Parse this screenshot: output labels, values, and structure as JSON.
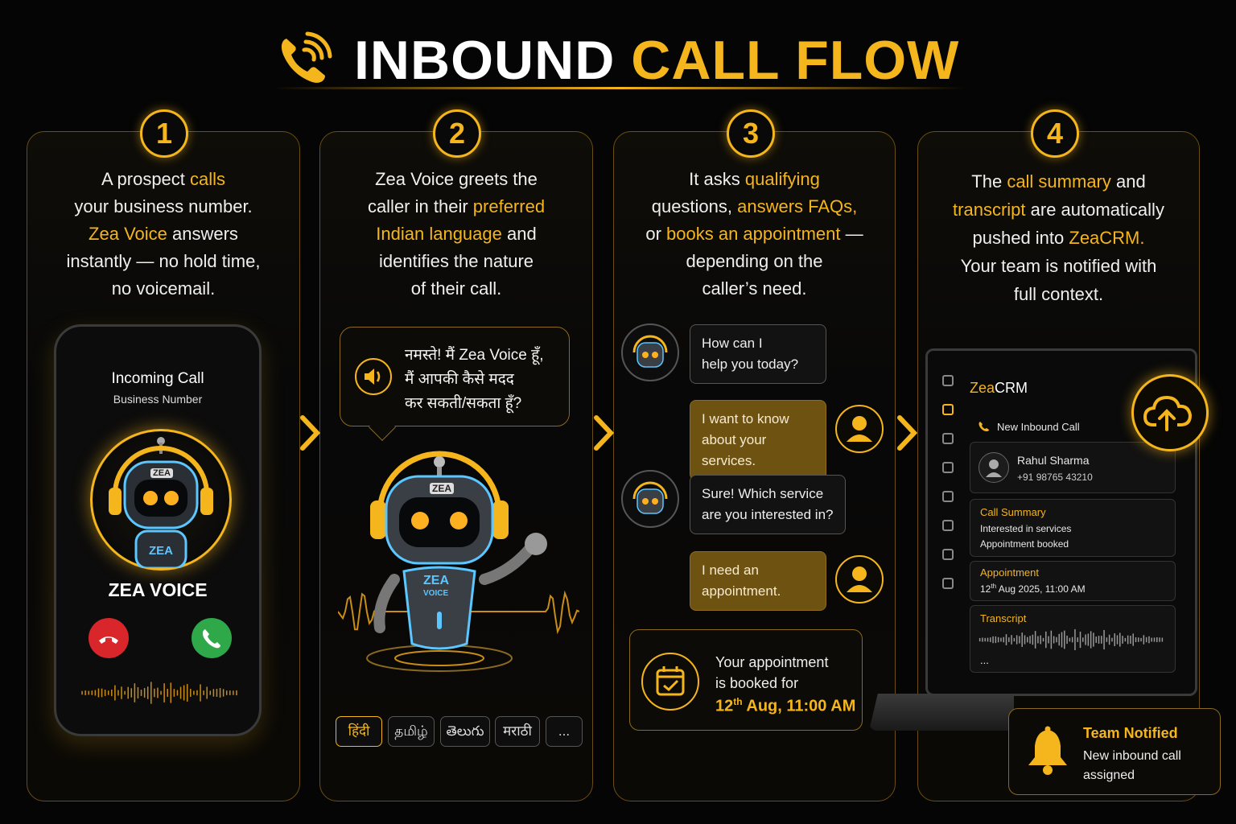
{
  "header": {
    "title_white": "INBOUND",
    "title_gold": "CALL FLOW"
  },
  "steps": [
    {
      "num": "1",
      "lines": [
        [
          {
            "t": "A prospect "
          },
          {
            "t": "calls",
            "g": true
          }
        ],
        [
          {
            "t": "your business number."
          }
        ],
        [
          {
            "t": "Zea Voice",
            "g": true
          },
          {
            "t": " answers"
          }
        ],
        [
          {
            "t": "instantly — no hold time,"
          }
        ],
        [
          {
            "t": "no voicemail."
          }
        ]
      ]
    },
    {
      "num": "2",
      "lines": [
        [
          {
            "t": "Zea Voice greets the"
          }
        ],
        [
          {
            "t": "caller in their "
          },
          {
            "t": "preferred",
            "g": true
          }
        ],
        [
          {
            "t": "Indian language",
            "g": true
          },
          {
            "t": " and"
          }
        ],
        [
          {
            "t": "identifies the nature"
          }
        ],
        [
          {
            "t": "of their call."
          }
        ]
      ]
    },
    {
      "num": "3",
      "lines": [
        [
          {
            "t": "It asks "
          },
          {
            "t": "qualifying",
            "g": true
          }
        ],
        [
          {
            "t": "questions, "
          },
          {
            "t": "answers FAQs,",
            "g": true
          }
        ],
        [
          {
            "t": "or "
          },
          {
            "t": "books an appointment",
            "g": true
          },
          {
            "t": " —"
          }
        ],
        [
          {
            "t": "depending on the"
          }
        ],
        [
          {
            "t": "caller’s need."
          }
        ]
      ]
    },
    {
      "num": "4",
      "lines": [
        [
          {
            "t": "The "
          },
          {
            "t": "call summary",
            "g": true
          },
          {
            "t": " and"
          }
        ],
        [
          {
            "t": "transcript",
            "g": true
          },
          {
            "t": " are automatically"
          }
        ],
        [
          {
            "t": "pushed into "
          },
          {
            "t": "ZeaCRM.",
            "g": true
          }
        ],
        [
          {
            "t": "Your team is notified with"
          }
        ],
        [
          {
            "t": "full context."
          }
        ]
      ]
    }
  ],
  "phone": {
    "incoming": "Incoming Call",
    "business": "Business Number",
    "badge_top": "ZEA",
    "badge_bottom": "ZEA",
    "name": "ZEA VOICE"
  },
  "greeting": {
    "lines": [
      "नमस्ते! मैं Zea Voice हूँ,",
      "मैं आपकी कैसे मदद",
      "कर सकती/सकता हूँ?"
    ]
  },
  "robot": {
    "badge_head": "ZEA",
    "badge_chest_1": "ZEA",
    "badge_chest_2": "VOICE"
  },
  "languages": [
    "हिंदी",
    "தமிழ்",
    "తెలుగు",
    "मराठी",
    "..."
  ],
  "chat": {
    "bot1": [
      "How can I",
      "help you today?"
    ],
    "user1": [
      "I want to know",
      "about your services."
    ],
    "bot2": [
      "Sure! Which service",
      "are you interested in?"
    ],
    "user2": [
      "I need an",
      "appointment."
    ]
  },
  "appointment": {
    "line1": "Your appointment",
    "line2": "is booked for",
    "date": "12",
    "sup": "th",
    "rest": " Aug, 11:00 AM"
  },
  "crm": {
    "name_z": "Zea",
    "name_rest": "CRM",
    "new_call": "New Inbound Call",
    "contact_name": "Rahul Sharma",
    "contact_phone": "+91 98765 43210",
    "summary_title": "Call Summary",
    "summary_1": "Interested in services",
    "summary_2": "Appointment booked",
    "appt_title": "Appointment",
    "appt_day": "12",
    "appt_sup": "th",
    "appt_rest": " Aug 2025, 11:00 AM",
    "transcript_title": "Transcript",
    "transcript_more": "..."
  },
  "team": {
    "title": "Team Notified",
    "line1": "New inbound call",
    "line2": "assigned"
  },
  "colors": {
    "gold": "#f5b51c",
    "background": "#050505",
    "decline": "#d8262b",
    "accept": "#2fa84a"
  }
}
